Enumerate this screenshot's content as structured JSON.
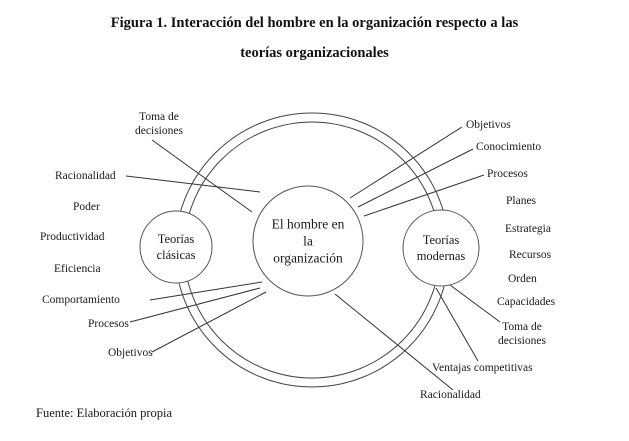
{
  "figure": {
    "title_line1": "Figura 1. Interacción del hombre en la organización respecto a las",
    "title_line2": "teorías organizacionales",
    "source": "Fuente: Elaboración propia"
  },
  "diagram": {
    "center_circle": "El hombre en\nla\norganización",
    "left_circle": "Teorías\nclásicas",
    "right_circle": "Teorías\nmodernas",
    "left_labels": {
      "toma_de_decisiones": "Toma de\ndecisiones",
      "racionalidad": "Racionalidad",
      "poder": "Poder",
      "productividad": "Productividad",
      "eficiencia": "Eficiencia",
      "comportamiento": "Comportamiento",
      "procesos": "Procesos",
      "objetivos": "Objetivos"
    },
    "right_labels": {
      "objetivos": "Objetivos",
      "conocimiento": "Conocimiento",
      "procesos": "Procesos",
      "planes": "Planes",
      "estrategia": "Estrategia",
      "recursos": "Recursos",
      "orden": "Orden",
      "capacidades": "Capacidades",
      "toma_de_decisiones": "Toma de\ndecisiones",
      "ventajas_competitivas": "Ventajas competitivas",
      "racionalidad": "Racionalidad"
    }
  }
}
